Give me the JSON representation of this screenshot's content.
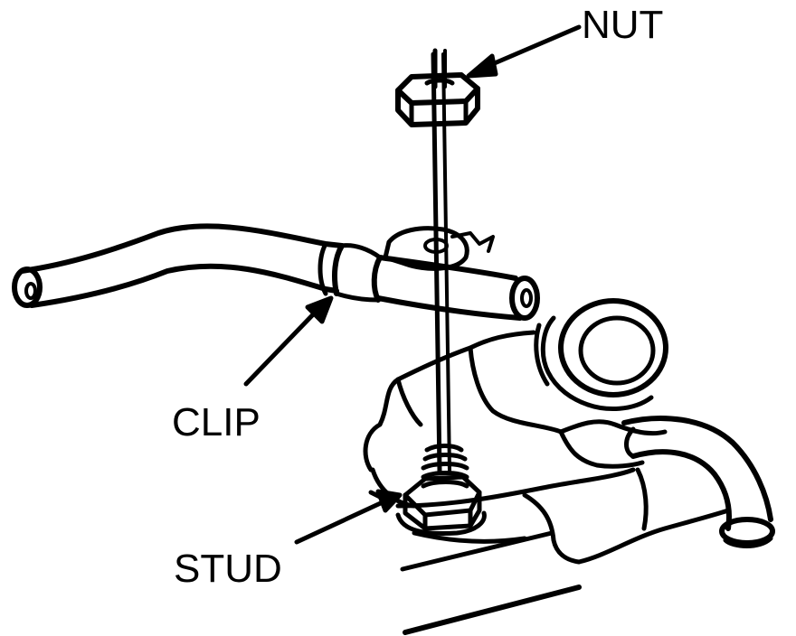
{
  "labels": {
    "nut": "NUT",
    "clip": "CLIP",
    "stud": "STUD"
  },
  "parts": [
    "nut",
    "clip",
    "stud",
    "fuel-line",
    "engine-housing"
  ]
}
